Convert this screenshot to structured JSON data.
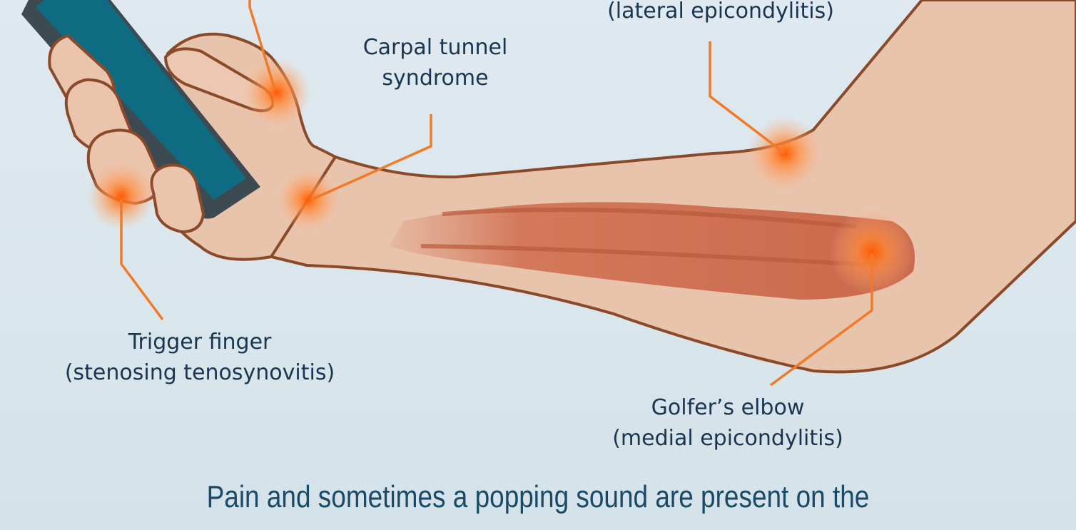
{
  "labels": {
    "lateral": {
      "line1": "(lateral epicondylitis)"
    },
    "carpal": {
      "line1": "Carpal tunnel",
      "line2": "syndrome"
    },
    "trigger": {
      "line1": "Trigger finger",
      "line2": "(stenosing tenosynovitis)"
    },
    "golfer": {
      "line1": "Golfer’s elbow",
      "line2": "(medial epicondylitis)"
    }
  },
  "footer": {
    "text": "Pain and sometimes a popping sound are present on the"
  },
  "colors": {
    "background": "#dce8ee",
    "skin": "#e8c3ad",
    "skin_outline": "#8a4a2a",
    "muscle": "#d1775a",
    "bone": "#f0e6d2",
    "phone_screen": "#0f6b82",
    "leader_line": "#f07a28",
    "pain_glow": "#ff6a1a",
    "label_text": "#1a3550"
  }
}
